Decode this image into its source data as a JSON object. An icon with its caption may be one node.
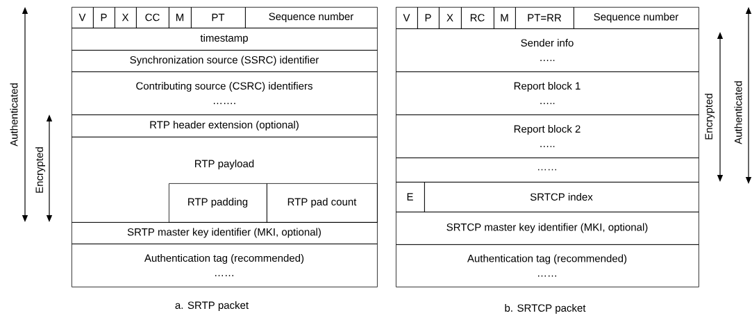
{
  "diagram": {
    "nodes": [
      {
        "text": [
          "V"
        ]
      },
      {
        "text": [
          "P"
        ]
      },
      {
        "text": [
          "X"
        ]
      },
      {
        "text": [
          "CC"
        ]
      },
      {
        "text": [
          "M"
        ]
      },
      {
        "text": [
          "PT"
        ]
      },
      {
        "text": [
          "Sequence number"
        ]
      },
      {
        "text": [
          "timestamp"
        ]
      },
      {
        "text": [
          "Synchronization source (SSRC) identifier"
        ]
      },
      {
        "text": [
          "Contributing source (CSRC) identifiers",
          "……."
        ]
      },
      {
        "text": [
          "RTP header extension (optional)"
        ]
      },
      {
        "text": [
          "RTP payload"
        ]
      },
      {
        "text": [
          "RTP padding"
        ],
        "in": 11
      },
      {
        "text": [
          "RTP pad count"
        ],
        "in": 11
      },
      {
        "text": [
          "SRTP master key identifier (MKI, optional)"
        ]
      },
      {
        "text": [
          "Authentication tag (recommended)",
          "……"
        ]
      },
      {
        "text": [
          "V"
        ]
      },
      {
        "text": [
          "P"
        ]
      },
      {
        "text": [
          "X"
        ]
      },
      {
        "text": [
          "RC"
        ]
      },
      {
        "text": [
          "M"
        ]
      },
      {
        "text": [
          "PT=RR"
        ]
      },
      {
        "text": [
          "Sequence number"
        ]
      },
      {
        "text": [
          "Sender info",
          "….."
        ]
      },
      {
        "text": [
          "Report block 1",
          "….."
        ]
      },
      {
        "text": [
          "Report block 2",
          "….."
        ]
      },
      {
        "text": [
          "……"
        ]
      },
      {
        "text": [
          "E"
        ]
      },
      {
        "text": [
          "SRTCP index"
        ]
      },
      {
        "text": [
          "SRTCP master key identifier (MKI, optional)"
        ]
      },
      {
        "text": [
          "Authentication tag (recommended)",
          "……"
        ]
      }
    ],
    "labels": [
      "Authenticated",
      "Encrypted",
      "a. SRTP packet",
      "Encrypted",
      "Authenticated",
      "b. SRTCP packet"
    ]
  }
}
